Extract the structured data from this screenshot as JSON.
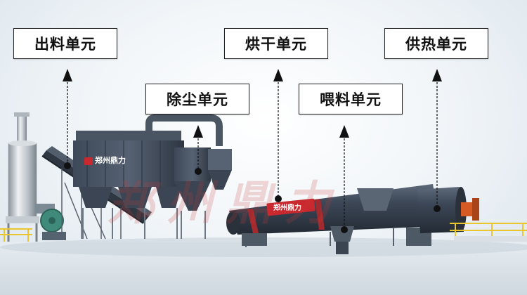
{
  "labels": {
    "discharge": "出料单元",
    "dryer": "烘干单元",
    "heat": "供热单元",
    "dust": "除尘单元",
    "feed": "喂料单元"
  },
  "plates": {
    "bag_filter": "郑州鼎力",
    "drum": "郑州鼎力"
  },
  "watermark": "郑州鼎力",
  "colors": {
    "drum": "#3d4858",
    "accent_rail": "#e8c62c",
    "logo_red": "#c8282e"
  }
}
